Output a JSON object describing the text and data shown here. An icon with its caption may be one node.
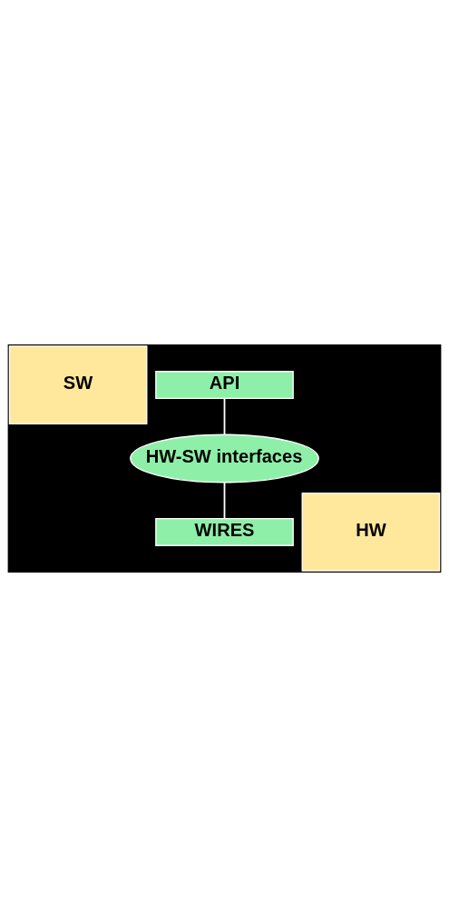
{
  "diagram": {
    "nodes": [
      {
        "text": [
          "SW"
        ]
      },
      {
        "text": [
          "API"
        ]
      },
      {
        "text": [
          "HW-SW interfaces"
        ]
      },
      {
        "text": [
          "WIRES"
        ]
      },
      {
        "text": [
          "HW"
        ]
      }
    ],
    "edges": [
      {
        "from": 1,
        "to": 2,
        "arrow": "none"
      },
      {
        "from": 2,
        "to": 3,
        "arrow": "none"
      }
    ]
  }
}
